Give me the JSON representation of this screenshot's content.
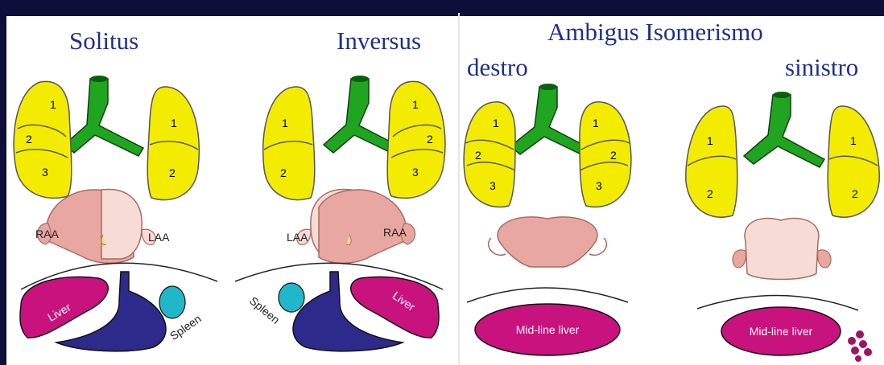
{
  "headings": {
    "solitus": "Solitus",
    "inversus": "Inversus",
    "ambigus": "Ambigus Isomerismo",
    "destro": "destro",
    "sinistro": "sinistro"
  },
  "labels": {
    "lobe1": "1",
    "lobe2": "2",
    "lobe3": "3",
    "raa": "RAA",
    "laa": "LAA",
    "liver": "Liver",
    "spleen": "Spleen",
    "midline_liver": "Mid-line liver"
  },
  "colors": {
    "lung": "#f4ec00",
    "bronchus": "#1fa51f",
    "atrium_dark": "#e8a7a0",
    "atrium_light": "#f7dcd6",
    "liver": "#c8127e",
    "stomach": "#2d2a8c",
    "spleen": "#1fb7c9"
  }
}
